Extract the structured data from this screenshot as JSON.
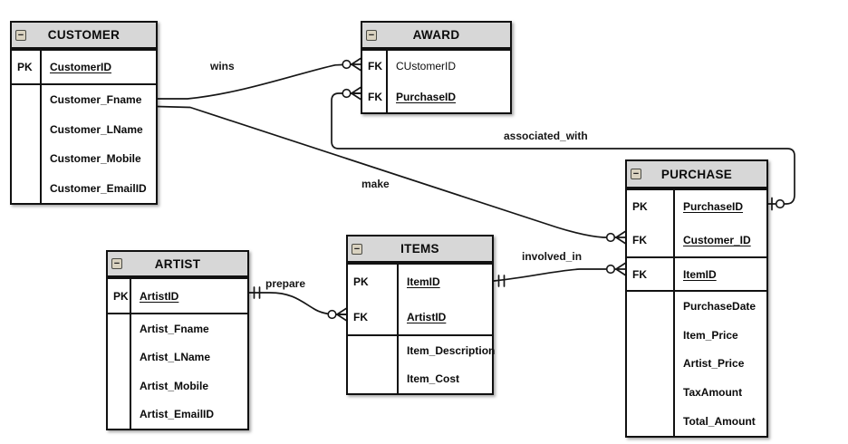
{
  "ui": {
    "collapse_glyph": "−"
  },
  "colors": {
    "background": "#ffffff",
    "entity_header_bg": "#d7d7d7",
    "entity_border": "#111111",
    "wire": "#161616",
    "collapse_icon_bg": "#d9d2c0"
  },
  "entities": {
    "customer": {
      "title": "CUSTOMER",
      "keys": [
        {
          "k": "PK",
          "n": "CustomerID"
        }
      ],
      "attrs": [
        "Customer_Fname",
        "Customer_LName",
        "Customer_Mobile",
        "Customer_EmailID"
      ]
    },
    "award": {
      "title": "AWARD",
      "keys": [
        {
          "k": "FK",
          "n": "CUstomerID"
        },
        {
          "k": "FK",
          "n": "PurchaseID"
        }
      ]
    },
    "artist": {
      "title": "ARTIST",
      "keys": [
        {
          "k": "PK",
          "n": "ArtistID"
        }
      ],
      "attrs": [
        "Artist_Fname",
        "Artist_LName",
        "Artist_Mobile",
        "Artist_EmailID"
      ]
    },
    "items": {
      "title": "ITEMS",
      "keys": [
        {
          "k": "PK",
          "n": "ItemID"
        },
        {
          "k": "FK",
          "n": "ArtistID"
        }
      ],
      "attrs": [
        "Item_Description",
        "Item_Cost"
      ]
    },
    "purchase": {
      "title": "PURCHASE",
      "keys": [
        {
          "k": "PK",
          "n": "PurchaseID"
        },
        {
          "k": "FK",
          "n": "Customer_ID"
        }
      ],
      "keys2": [
        {
          "k": "FK",
          "n": "ItemID"
        }
      ],
      "attrs": [
        "PurchaseDate",
        "Item_Price",
        "Artist_Price",
        "TaxAmount",
        "Total_Amount"
      ]
    }
  },
  "relationships": {
    "wins": {
      "label": "wins",
      "from_entity": "CUSTOMER",
      "to_entity": "AWARD",
      "to_marker": "zero-or-many-crowfoot"
    },
    "make": {
      "label": "make",
      "from_entity": "CUSTOMER",
      "to_entity": "PURCHASE",
      "to_marker": "zero-or-many-crowfoot"
    },
    "associated_with": {
      "label": "associated_with",
      "from_entity": "AWARD",
      "to_entity": "PURCHASE",
      "from_marker": "zero-or-many-crowfoot",
      "to_marker": "zero-or-one"
    },
    "prepare": {
      "label": "prepare",
      "from_entity": "ARTIST",
      "to_entity": "ITEMS",
      "from_marker": "exactly-one-ticks",
      "to_marker": "zero-or-many-crowfoot"
    },
    "involved_in": {
      "label": "involved_in",
      "from_entity": "ITEMS",
      "to_entity": "PURCHASE",
      "from_marker": "exactly-one-ticks",
      "to_marker": "zero-or-many-crowfoot"
    }
  }
}
